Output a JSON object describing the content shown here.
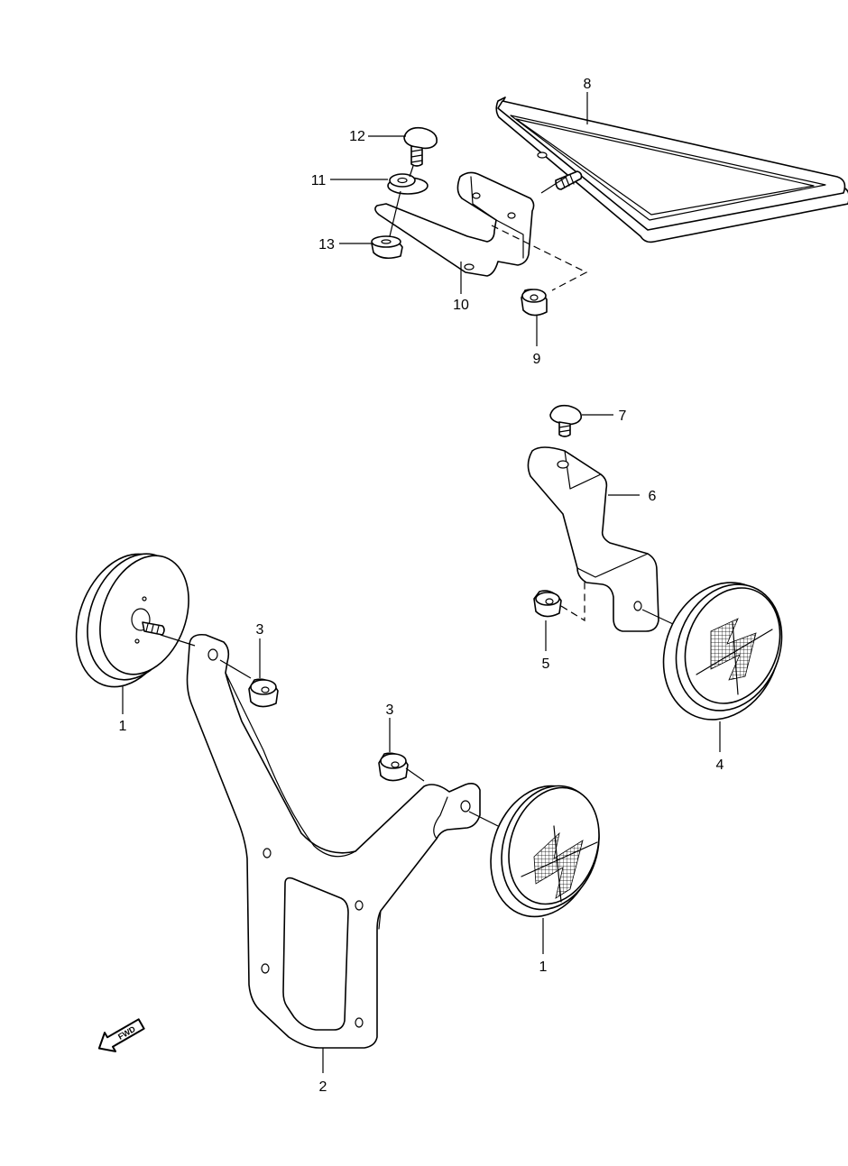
{
  "callouts": {
    "p1_left": "1",
    "p1_right": "1",
    "p2": "2",
    "p3_upper": "3",
    "p3_lower": "3",
    "p4": "4",
    "p5": "5",
    "p6": "6",
    "p7": "7",
    "p8": "8",
    "p9": "9",
    "p10": "10",
    "p11": "11",
    "p12": "12",
    "p13": "13"
  },
  "fwd_label": "FWD"
}
